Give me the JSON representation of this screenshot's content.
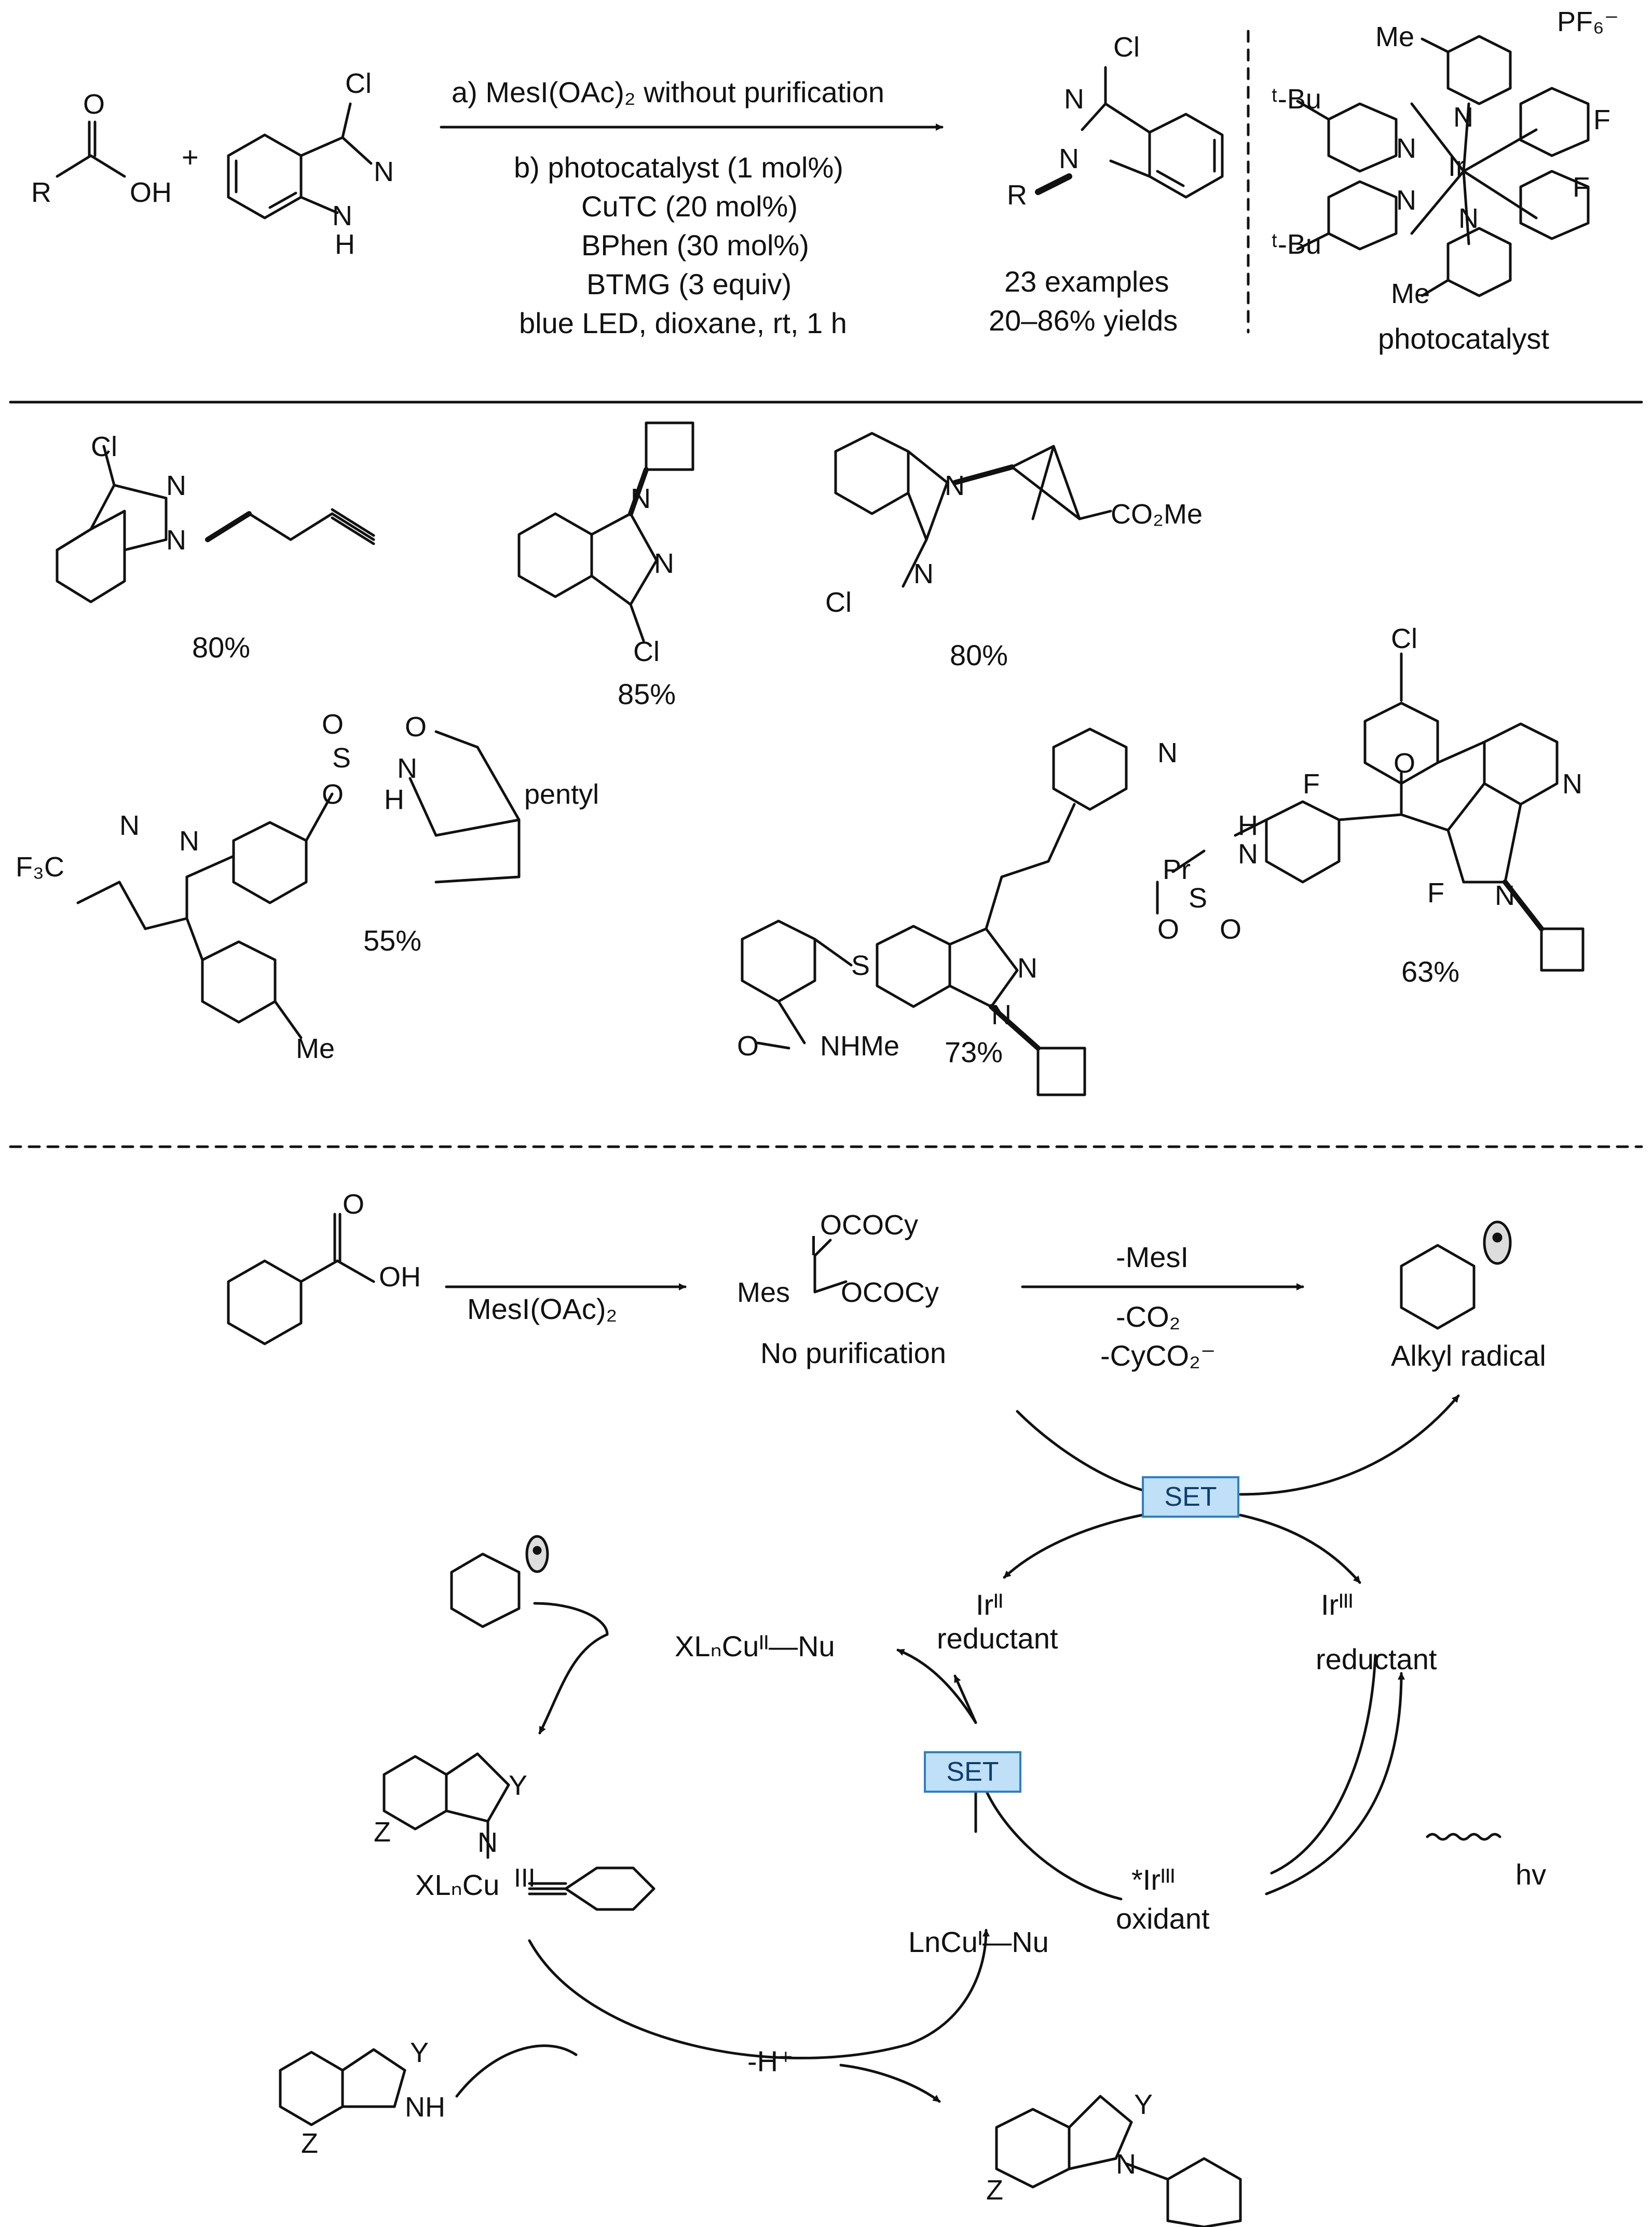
{
  "scheme": {
    "top": {
      "reactant_acid": {
        "r": "R",
        "o": "O",
        "oh": "OH"
      },
      "plus": "+",
      "indazole": {
        "cl": "Cl",
        "n": "N",
        "nh": "N",
        "h": "H"
      },
      "cond_a": "a) MesI(OAc)₂ without purification",
      "cond_b": [
        "b) photocatalyst (1 mol%)",
        "CuTC (20 mol%)",
        "BPhen (30 mol%)",
        "BTMG (3 equiv)",
        "blue LED, dioxane, rt, 1 h"
      ],
      "product": {
        "cl": "Cl",
        "n1": "N",
        "n2": "N",
        "r": "R"
      },
      "examples": "23 examples",
      "yields": "20–86% yields",
      "photocatalyst": {
        "pf6": "PF₆⁻",
        "me_top": "Me",
        "me_bottom": "Me",
        "tbu_top": "ᵗ-Bu",
        "tbu_bottom": "ᵗ-Bu",
        "f_top": "F",
        "f_right": "F",
        "ir": "Ir",
        "n_labels": [
          "N",
          "N",
          "N",
          "N"
        ],
        "caption": "photocatalyst"
      }
    },
    "examples": [
      {
        "yield": "80%",
        "labels": [
          "Cl",
          "N",
          "N"
        ]
      },
      {
        "yield": "85%",
        "labels": [
          "N",
          "N",
          "Cl"
        ]
      },
      {
        "yield": "80%",
        "labels": [
          "N",
          "N",
          "Cl",
          "CO₂Me"
        ]
      },
      {
        "yield": "55%",
        "labels": [
          "F₃C",
          "N",
          "N",
          "S",
          "O",
          "O",
          "N",
          "H",
          "O",
          "pentyl",
          "Me"
        ]
      },
      {
        "yield": "73%",
        "labels": [
          "N",
          "N",
          "N",
          "S",
          "O",
          "NHMe"
        ]
      },
      {
        "yield": "63%",
        "labels": [
          "Cl",
          "N",
          "N",
          "O",
          "F",
          "F",
          "H",
          "N",
          "Pr",
          "S",
          "O",
          "O"
        ]
      }
    ],
    "mechanism": {
      "reagent": "MesI(OAc)₂",
      "acid": {
        "o": "O",
        "oh": "OH"
      },
      "iodane": {
        "ococy_top": "OCOCy",
        "ococy_bottom": "OCOCy",
        "i": "I",
        "mes": "Mes"
      },
      "no_purification": "No purification",
      "loss": [
        "-MesI",
        "-CO₂",
        "-CyCO₂⁻"
      ],
      "alkyl_radical": "Alkyl radical",
      "set_top": "SET",
      "set_mid": "SET",
      "ir2_top": "Irᴵᴵ",
      "ir2_top_sub": "reductant",
      "ir3_right": "Irᴵᴵᴵ",
      "ir3_right_sub": "reductant",
      "ir3_excited": "*Irᴵᴵᴵ",
      "ir3_excited_sub": "oxidant",
      "hv": "hv",
      "cu2": "XLₙCuᴵᴵ—Nu",
      "cu3_prefix": "XLₙCu",
      "cu3_ox": "III",
      "cu3_labels": {
        "z": "Z",
        "y": "Y",
        "n": "N"
      },
      "cu1": "LnCuᴵ—Nu",
      "minus_h": "-H⁺",
      "nuc_labels": {
        "y": "Y",
        "nh": "NH",
        "z": "Z"
      },
      "product_labels": {
        "y": "Y",
        "n": "N",
        "z": "Z"
      }
    }
  }
}
